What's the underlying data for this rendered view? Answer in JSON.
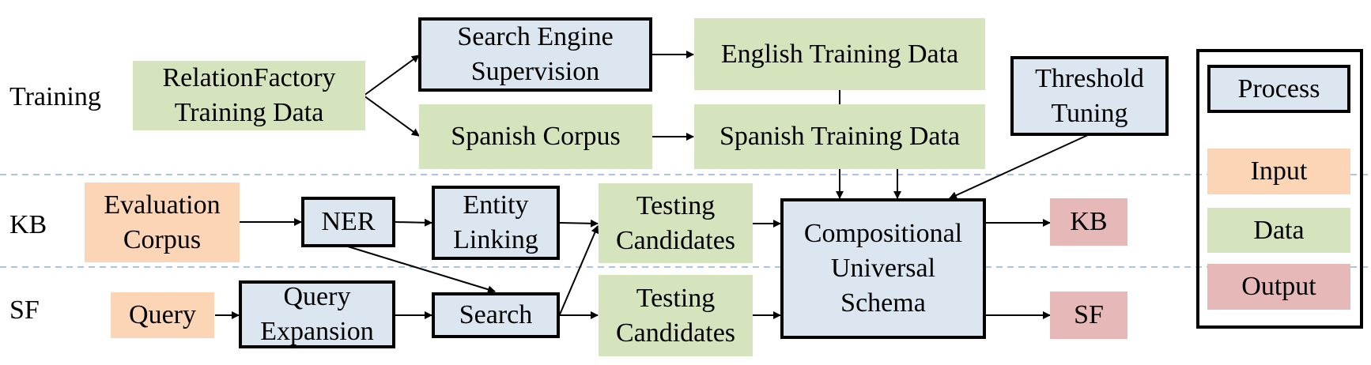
{
  "rows": {
    "training": "Training",
    "kb": "KB",
    "sf": "SF"
  },
  "nodes": {
    "relationfactory": "RelationFactory\nTraining Data",
    "search_engine": "Search Engine\nSupervision",
    "english_training": "English Training Data",
    "spanish_corpus": "Spanish Corpus",
    "spanish_training": "Spanish Training Data",
    "threshold": "Threshold\nTuning",
    "evaluation_corpus": "Evaluation\nCorpus",
    "ner": "NER",
    "entity_linking": "Entity\nLinking",
    "testing_candidates_kb": "Testing\nCandidates",
    "compositional": "Compositional\nUniversal\nSchema",
    "kb_output": "KB",
    "query": "Query",
    "query_expansion": "Query\nExpansion",
    "search": "Search",
    "testing_candidates_sf": "Testing\nCandidates",
    "sf_output": "SF"
  },
  "legend": {
    "process": "Process",
    "input": "Input",
    "data": "Data",
    "output": "Output"
  },
  "colors": {
    "process": "#dce6f0",
    "data": "#d6e4bd",
    "input": "#fbd5b5",
    "output": "#e6b9b8",
    "divider": "#8fb0d8"
  }
}
